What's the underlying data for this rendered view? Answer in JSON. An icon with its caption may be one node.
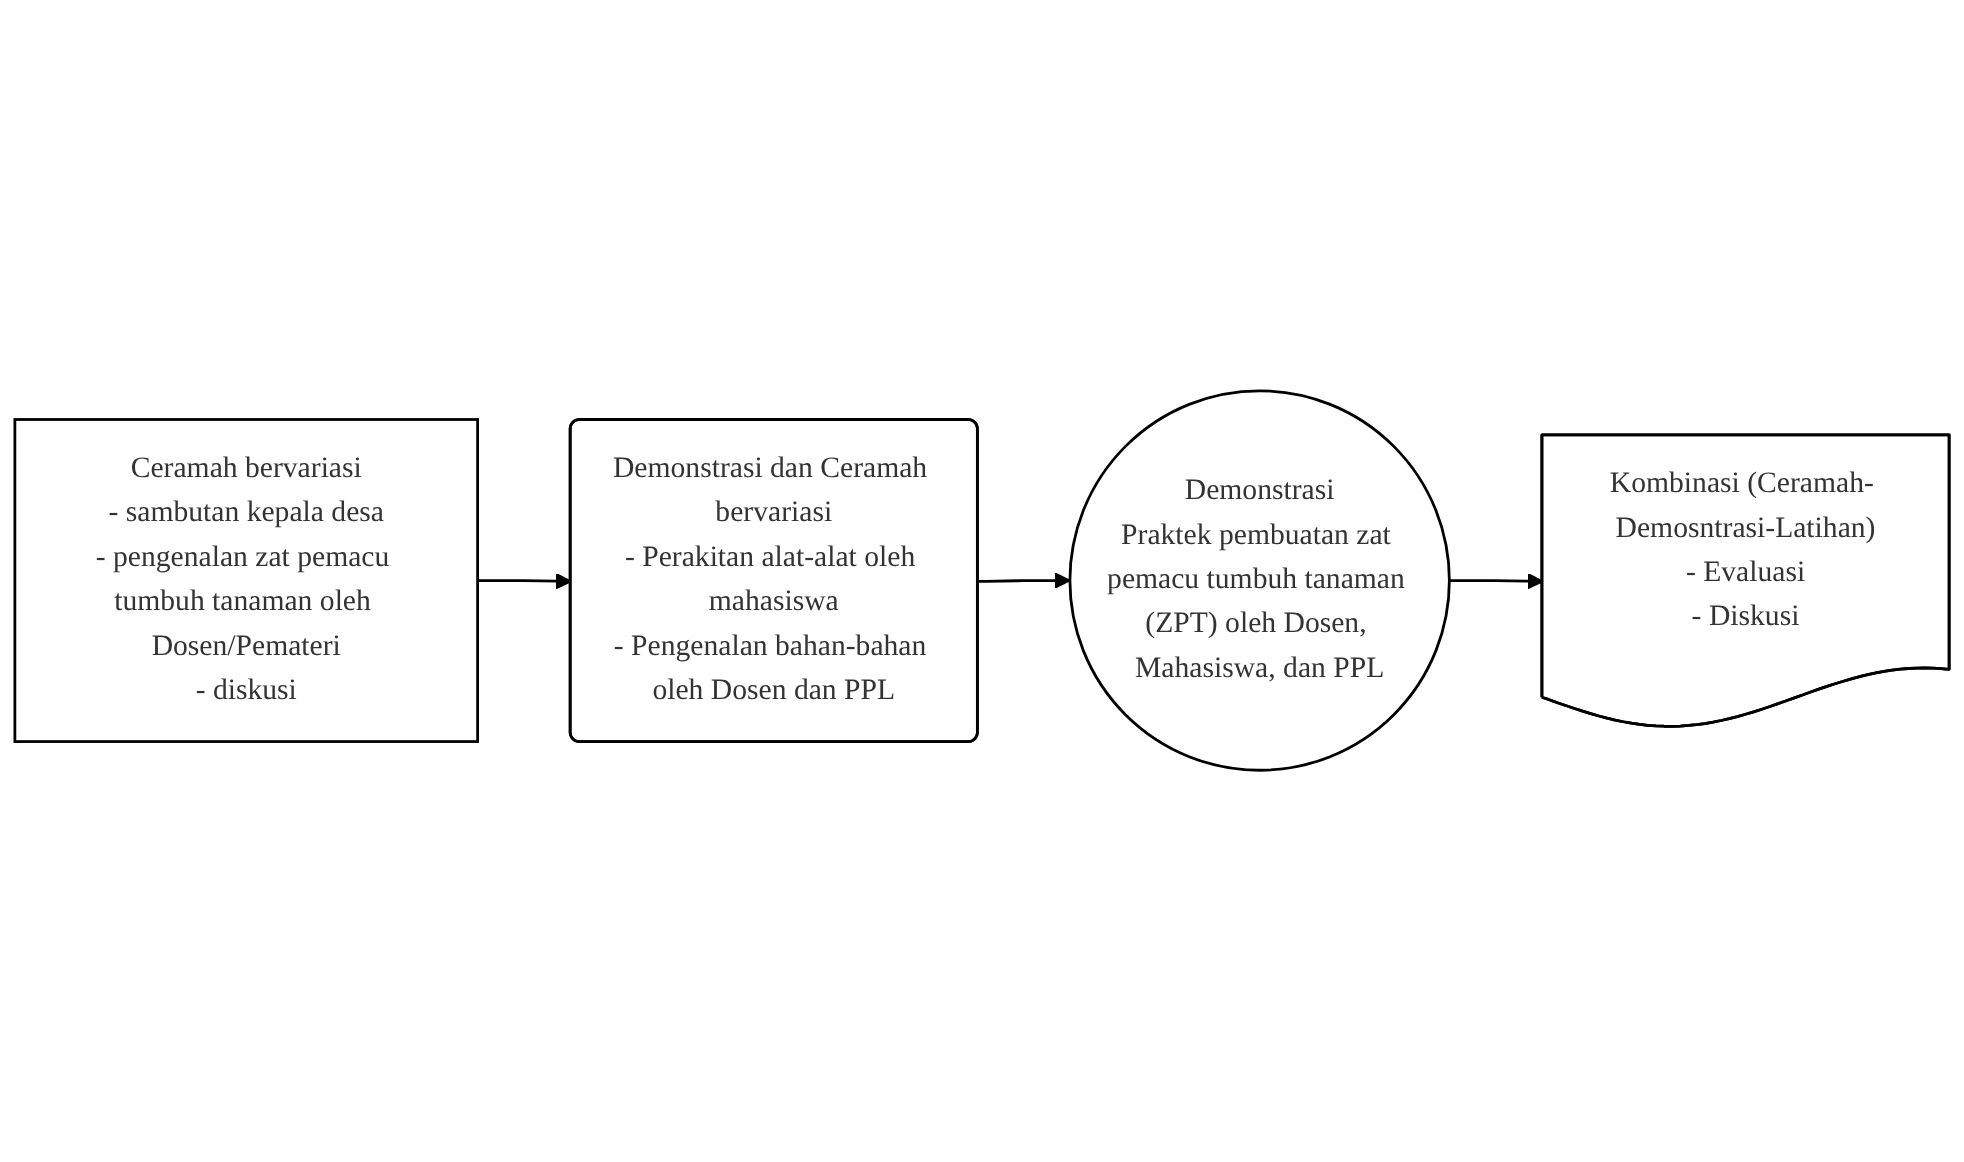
{
  "diagram": {
    "nodes": [
      {
        "text": [
          "Ceramah bervariasi",
          "- sambutan kepala desa",
          "- pengenalan zat pemacu tumbuh tanaman oleh Dosen/Pemateri",
          "- diskusi"
        ]
      },
      {
        "text": [
          "Demonstrasi dan Ceramah bervariasi",
          "- Perakitan alat-alat oleh mahasiswa",
          "- Pengenalan bahan-bahan oleh Dosen dan PPL"
        ]
      },
      {
        "text": [
          "Demonstrasi",
          "Praktek pembuatan zat pemacu tumbuh tanaman (ZPT) oleh Dosen, Mahasiswa, dan PPL"
        ]
      },
      {
        "text": [
          "Kombinasi (Ceramah- Demosntrasi-Latihan)",
          "- Evaluasi",
          "- Diskusi"
        ]
      }
    ],
    "edges": [
      {
        "from": 0,
        "to": 1,
        "arrow": "to"
      },
      {
        "from": 1,
        "to": 2,
        "arrow": "to"
      },
      {
        "from": 2,
        "to": 3,
        "arrow": "to"
      }
    ]
  }
}
